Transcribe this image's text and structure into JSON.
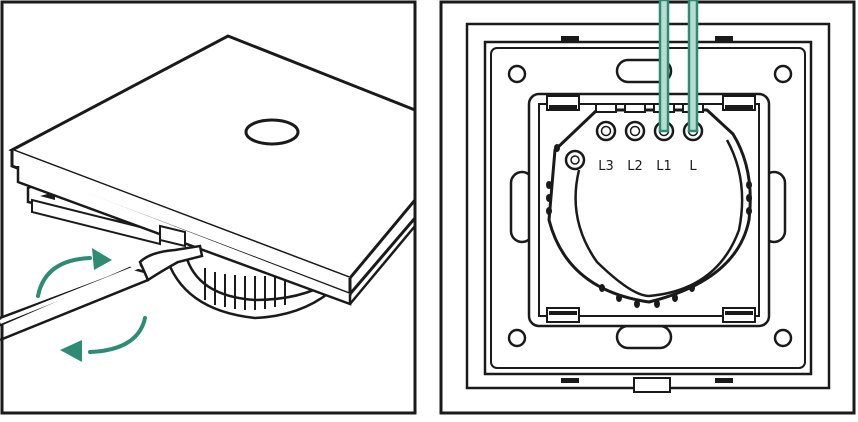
{
  "colors": {
    "stroke": "#1a1a1a",
    "arrow": "#2e8b74",
    "wire_fill": "#b9dcd2",
    "background": "#ffffff"
  },
  "left_panel": {
    "icons": [
      "switch-panel-icon",
      "screwdriver-icon",
      "rotate-arrow-icon"
    ]
  },
  "right_panel": {
    "terminals": [
      {
        "label": "L3"
      },
      {
        "label": "L2"
      },
      {
        "label": "L1"
      },
      {
        "label": "L"
      }
    ],
    "wire_count": 2
  }
}
